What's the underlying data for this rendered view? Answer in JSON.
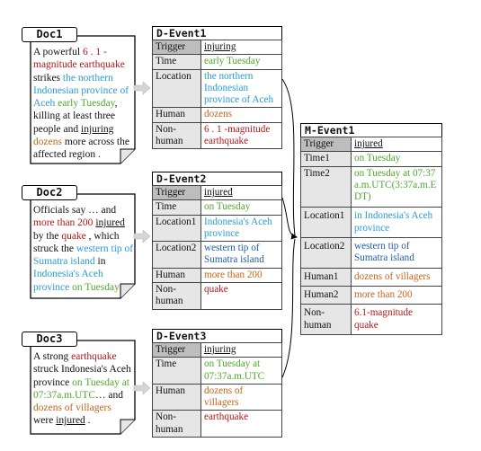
{
  "docs": [
    {
      "title": "Doc1"
    },
    {
      "title": "Doc2"
    },
    {
      "title": "Doc3"
    }
  ],
  "doc1": {
    "t1": "A powerful ",
    "t2": "6 . 1 - magnitude earthquake",
    "t3": " strikes ",
    "t4": "the northern Indonesian province of Aceh",
    "t5": " ",
    "t6": "early Tuesday",
    "t7": ", killing at least three people and ",
    "t8": "injuring",
    "t9": " ",
    "t10": "dozens",
    "t11": " more across the affected region ."
  },
  "doc2": {
    "t1": "Officials say … and ",
    "t2": "more than 200",
    "t3": " ",
    "t4": "injured",
    "t5": " by the ",
    "t6": "quake",
    "t7": " , which struck the ",
    "t8": "western tip of Sumatra island",
    "t9": " in ",
    "t10": "Indonesia's Aceh province",
    "t11": " ",
    "t12": "on Tuesday"
  },
  "doc3": {
    "t1": "A strong ",
    "t2": "earthquake",
    "t3": " struck Indonesia's Aceh province ",
    "t4": "on Tuesday at 07:37a.m.UTC",
    "t5": "… and ",
    "t6": "dozens of villagers",
    "t7": " were ",
    "t8": "injured",
    "t9": " ."
  },
  "events": {
    "d1": {
      "title": "D-Event1",
      "rows": [
        {
          "k": "Trigger",
          "v": "injuring"
        },
        {
          "k": "Time",
          "v": "early Tuesday"
        },
        {
          "k": "Location",
          "v": "the northern Indonesian province of Aceh"
        },
        {
          "k": "Human",
          "v": "dozens"
        },
        {
          "k": "Non-human",
          "v": "6 . 1 -magnitude earthquake"
        }
      ]
    },
    "d2": {
      "title": "D-Event2",
      "rows": [
        {
          "k": "Trigger",
          "v": "injured"
        },
        {
          "k": "Time",
          "v": "on Tuesday"
        },
        {
          "k": "Location1",
          "v": "Indonesia's Aceh province"
        },
        {
          "k": "Location2",
          "v": "western tip of Sumatra island"
        },
        {
          "k": "Human",
          "v": "more than 200"
        },
        {
          "k": "Non-human",
          "v": "quake"
        }
      ]
    },
    "d3": {
      "title": "D-Event3",
      "rows": [
        {
          "k": "Trigger",
          "v": "injuring"
        },
        {
          "k": "Time",
          "v": "on Tuesday at 07:37a.m.UTC"
        },
        {
          "k": "Human",
          "v": "dozens of villagers"
        },
        {
          "k": "Non-human",
          "v": "earthquake"
        }
      ]
    },
    "m1": {
      "title": "M-Event1",
      "rows": [
        {
          "k": "Trigger",
          "v": "injured"
        },
        {
          "k": "Time1",
          "v": "on Tuesday"
        },
        {
          "k": "Time2",
          "v": "on Tuesday at 07:37a.m.UTC(3:37a.m.EDT)"
        },
        {
          "k": "Location1",
          "v": "in Indonesia's Aceh province"
        },
        {
          "k": "Location2",
          "v": "western tip of Sumatra island"
        },
        {
          "k": "Human1",
          "v": "dozens of villagers"
        },
        {
          "k": "Human2",
          "v": "more than 200"
        },
        {
          "k": "Non-human",
          "v": "6.1-magnitude quake"
        }
      ]
    }
  },
  "colors": {
    "red": "#b01818",
    "blue": "#2a9bd6",
    "green": "#4ea82a",
    "orange": "#c8641a"
  }
}
